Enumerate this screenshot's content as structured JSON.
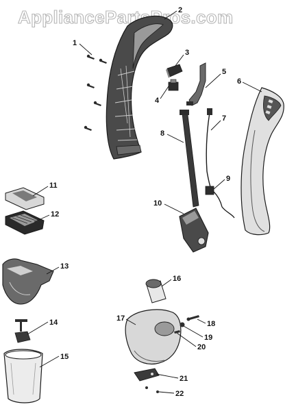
{
  "watermark": {
    "text": "AppliancePartsPros.com"
  },
  "callouts": [
    {
      "id": "1",
      "label": "1"
    },
    {
      "id": "2",
      "label": "2"
    },
    {
      "id": "3",
      "label": "3"
    },
    {
      "id": "4",
      "label": "4"
    },
    {
      "id": "5",
      "label": "5"
    },
    {
      "id": "6",
      "label": "6"
    },
    {
      "id": "7",
      "label": "7"
    },
    {
      "id": "8",
      "label": "8"
    },
    {
      "id": "9",
      "label": "9"
    },
    {
      "id": "10",
      "label": "10"
    },
    {
      "id": "11",
      "label": "11"
    },
    {
      "id": "12",
      "label": "12"
    },
    {
      "id": "13",
      "label": "13"
    },
    {
      "id": "14",
      "label": "14"
    },
    {
      "id": "15",
      "label": "15"
    },
    {
      "id": "16",
      "label": "16"
    },
    {
      "id": "17",
      "label": "17"
    },
    {
      "id": "18",
      "label": "18"
    },
    {
      "id": "19",
      "label": "19"
    },
    {
      "id": "20",
      "label": "20"
    },
    {
      "id": "21",
      "label": "21"
    },
    {
      "id": "22",
      "label": "22"
    }
  ],
  "colors": {
    "outline": "#1a1a1a",
    "dark_part": "#3a3a3a",
    "mid_part": "#8a8a8a",
    "light_part": "#d4d4d4",
    "watermark_stroke": "#b5b5b5"
  }
}
